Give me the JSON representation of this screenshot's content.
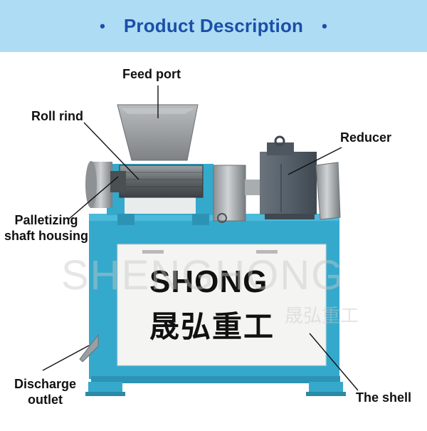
{
  "banner": {
    "title": "Product Description",
    "bullet_left": "•",
    "bullet_right": "•"
  },
  "labels": {
    "feed_port": "Feed port",
    "roll_rind": "Roll rind",
    "reducer": "Reducer",
    "palletizing_line1": "Palletizing",
    "palletizing_line2": "shaft housing",
    "discharge_line1": "Discharge",
    "discharge_line2": "outlet",
    "the_shell": "The shell"
  },
  "panel": {
    "brand": "SHONG",
    "chinese": "晟弘重工"
  },
  "watermark": {
    "latin": "SHENGHONG",
    "chinese": "晟弘重工"
  },
  "colors": {
    "banner_bg": "#aedcf4",
    "banner_text": "#1b4fa8",
    "frame": "#35a9cc",
    "panel": "#f4f4f2",
    "reducer": "#5a636d"
  }
}
